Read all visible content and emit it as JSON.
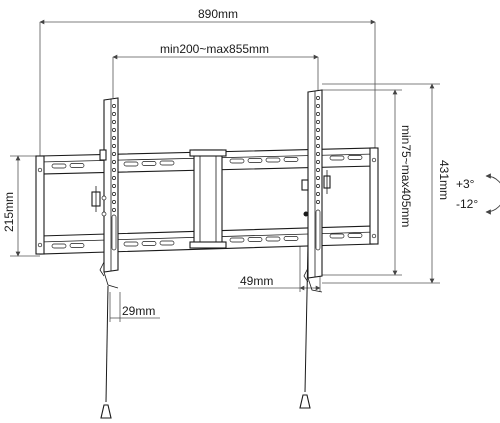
{
  "dimensions": {
    "overall_width": "890mm",
    "arm_spacing": "min200~max855mm",
    "wall_plate_height": "215mm",
    "overall_height": "431mm",
    "vesa_vertical": "min75~max405mm",
    "profile_depth": "49mm",
    "bracket_offset": "29mm"
  },
  "tilt": {
    "up": "+3°",
    "down": "-12°"
  }
}
